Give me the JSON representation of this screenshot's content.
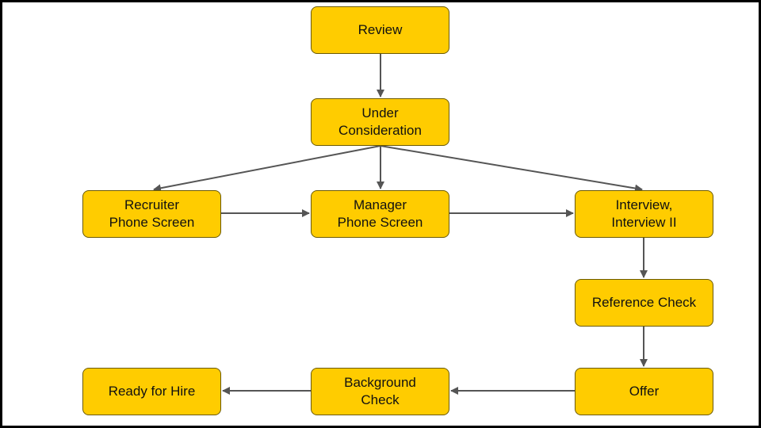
{
  "colors": {
    "node_fill": "#ffcc00",
    "node_border": "#6b5a00",
    "arrow": "#555555",
    "frame": "#000000"
  },
  "nodes": {
    "review": "Review",
    "under_consideration": "Under\nConsideration",
    "recruiter_phone_screen": "Recruiter\nPhone Screen",
    "manager_phone_screen": "Manager\nPhone Screen",
    "interview": "Interview,\nInterview II",
    "reference_check": "Reference Check",
    "offer": "Offer",
    "background_check": "Background\nCheck",
    "ready_for_hire": "Ready for Hire"
  },
  "edges": [
    {
      "from": "review",
      "to": "under_consideration"
    },
    {
      "from": "under_consideration",
      "to": "recruiter_phone_screen"
    },
    {
      "from": "under_consideration",
      "to": "manager_phone_screen"
    },
    {
      "from": "under_consideration",
      "to": "interview"
    },
    {
      "from": "recruiter_phone_screen",
      "to": "manager_phone_screen"
    },
    {
      "from": "manager_phone_screen",
      "to": "interview"
    },
    {
      "from": "interview",
      "to": "reference_check"
    },
    {
      "from": "reference_check",
      "to": "offer"
    },
    {
      "from": "offer",
      "to": "background_check"
    },
    {
      "from": "background_check",
      "to": "ready_for_hire"
    }
  ]
}
